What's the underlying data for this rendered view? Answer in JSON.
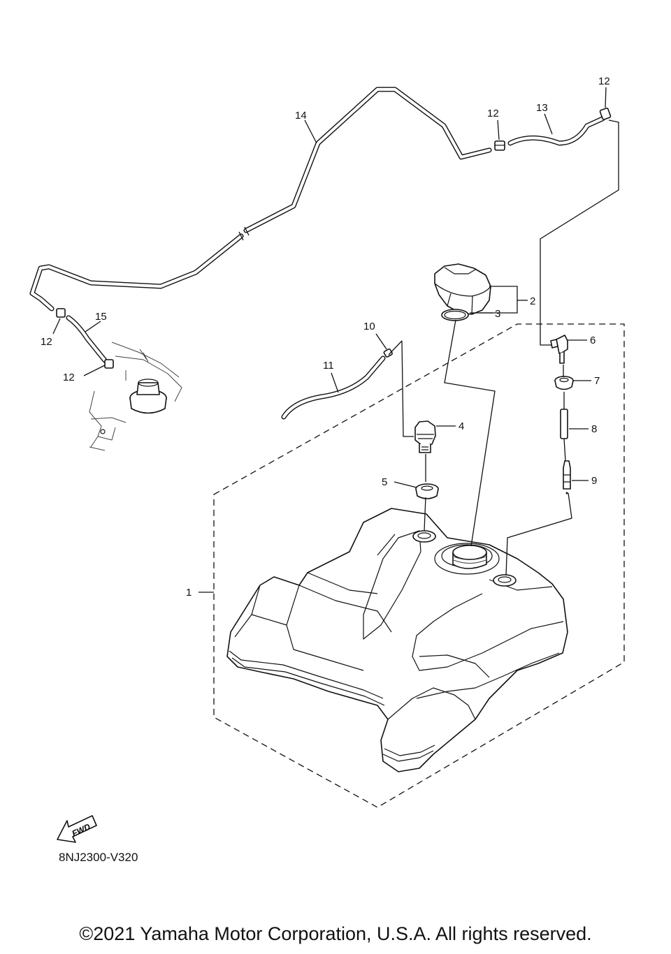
{
  "diagram": {
    "callouts": {
      "p1": "1",
      "p2": "2",
      "p3": "3",
      "p4": "4",
      "p5": "5",
      "p6": "6",
      "p7": "7",
      "p8": "8",
      "p9": "9",
      "p10": "10",
      "p11": "11",
      "p12a": "12",
      "p12b": "12",
      "p12c": "12",
      "p12d": "12",
      "p13": "13",
      "p14": "14",
      "p15": "15"
    },
    "fwd_label": "FWD",
    "reference_code": "8NJ2300-V320"
  },
  "footer": {
    "copyright": "©2021 Yamaha Motor Corporation, U.S.A. All rights reserved."
  }
}
